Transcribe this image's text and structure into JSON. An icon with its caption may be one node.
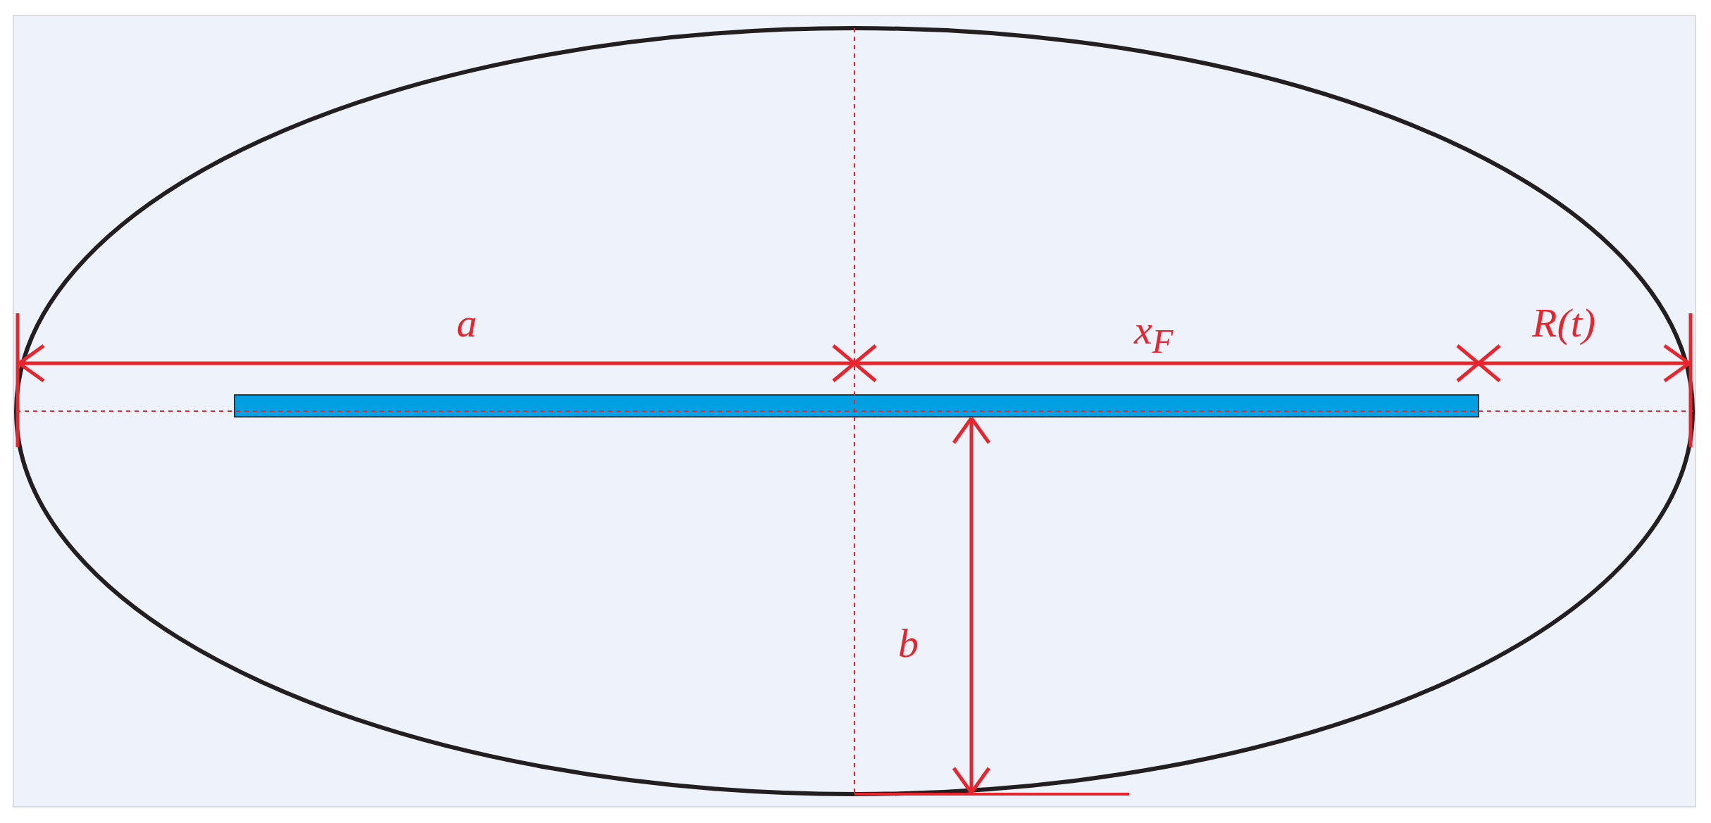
{
  "diagram": {
    "labels": [
      "a",
      "x$_{F}$",
      "R(t)",
      "b"
    ]
  }
}
